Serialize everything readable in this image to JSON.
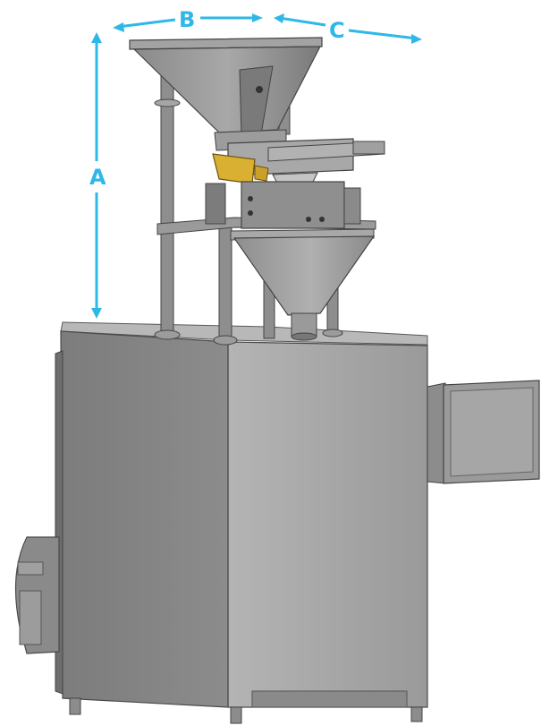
{
  "dimensions": {
    "a": {
      "label": "A"
    },
    "b": {
      "label": "B"
    },
    "c": {
      "label": "C"
    }
  },
  "colors": {
    "dimension": "#2eb8e8",
    "steel_light": "#a9a9a9",
    "steel_mid": "#8f8f8f",
    "steel_dark": "#6f6f6f",
    "steel_edge": "#4a4a4a",
    "accent_yellow": "#d9b032"
  }
}
